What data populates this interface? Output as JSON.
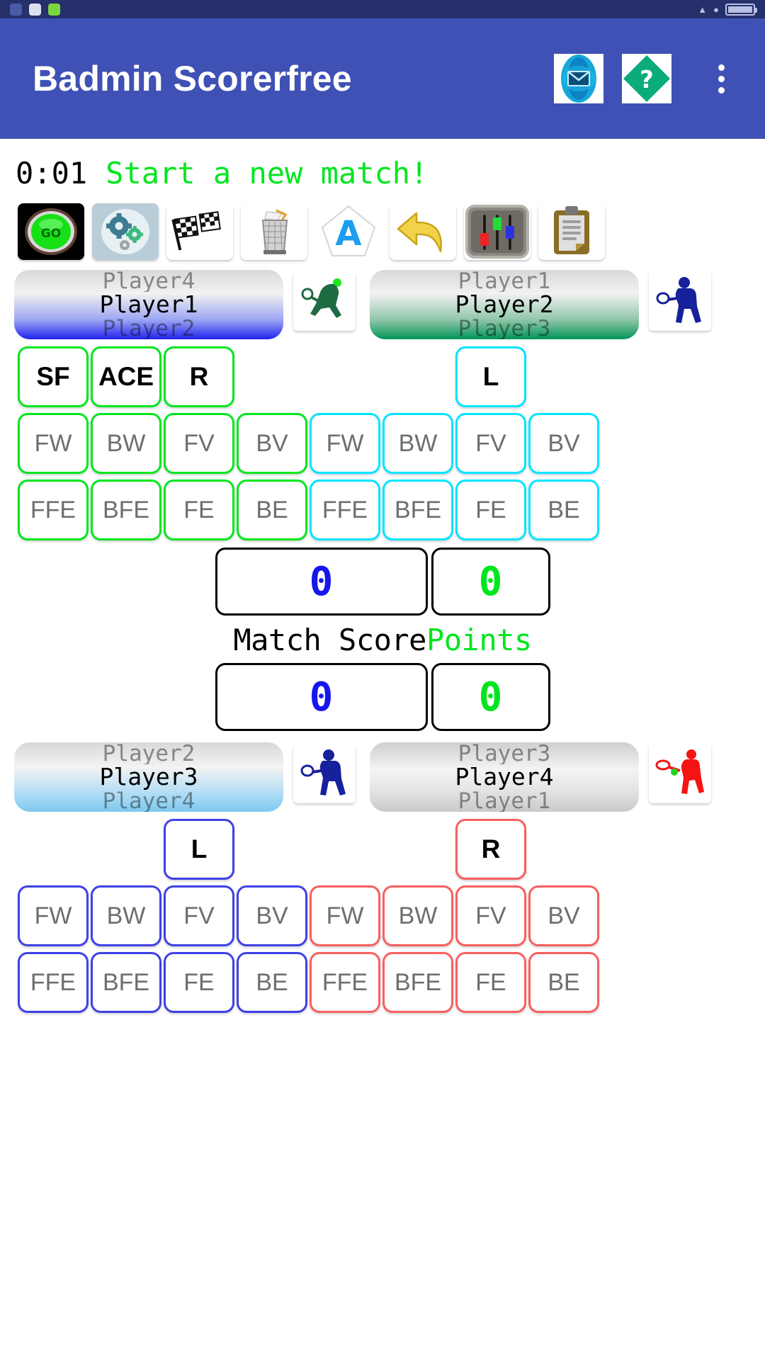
{
  "status_bar": {
    "time": "",
    "battery": ""
  },
  "app_bar": {
    "title": "Badmin Scorerfree",
    "mail_icon": "mail-icon",
    "help_icon": "help-icon",
    "overflow_icon": "overflow-menu-icon"
  },
  "status_line": {
    "clock": "0:01",
    "message": "Start a new match!"
  },
  "toolbar": [
    {
      "name": "go-button",
      "icon": "go-icon",
      "label": "GO"
    },
    {
      "name": "settings-button",
      "icon": "gears-icon",
      "label": ""
    },
    {
      "name": "finish-match-button",
      "icon": "checkered-flag-icon",
      "label": ""
    },
    {
      "name": "clear-button",
      "icon": "trash-bin-icon",
      "label": ""
    },
    {
      "name": "auto-button",
      "icon": "letter-a-icon",
      "label": "A"
    },
    {
      "name": "undo-button",
      "icon": "undo-arrow-icon",
      "label": ""
    },
    {
      "name": "adjust-button",
      "icon": "sliders-icon",
      "label": ""
    },
    {
      "name": "scoresheet-button",
      "icon": "clipboard-icon",
      "label": ""
    }
  ],
  "teams": {
    "top": {
      "left_picker": {
        "prev": "Player4",
        "selected": "Player1",
        "next": "Player2",
        "theme": "blue",
        "icon": "player-green-icon"
      },
      "right_picker": {
        "prev": "Player1",
        "selected": "Player2",
        "next": "Player3",
        "theme": "green",
        "icon": "player-navy-icon"
      },
      "action_row": [
        {
          "label": "SF",
          "color": "green"
        },
        {
          "label": "ACE",
          "color": "green"
        },
        {
          "label": "R",
          "color": "green"
        },
        {
          "label": "L",
          "color": "cyan"
        }
      ],
      "shot_row_1": [
        {
          "label": "FW",
          "color": "green"
        },
        {
          "label": "BW",
          "color": "green"
        },
        {
          "label": "FV",
          "color": "green"
        },
        {
          "label": "BV",
          "color": "green"
        },
        {
          "label": "FW",
          "color": "cyan"
        },
        {
          "label": "BW",
          "color": "cyan"
        },
        {
          "label": "FV",
          "color": "cyan"
        },
        {
          "label": "BV",
          "color": "cyan"
        }
      ],
      "shot_row_2": [
        {
          "label": "FFE",
          "color": "green"
        },
        {
          "label": "BFE",
          "color": "green"
        },
        {
          "label": "FE",
          "color": "green"
        },
        {
          "label": "BE",
          "color": "green"
        },
        {
          "label": "FFE",
          "color": "cyan"
        },
        {
          "label": "BFE",
          "color": "cyan"
        },
        {
          "label": "FE",
          "color": "cyan"
        },
        {
          "label": "BE",
          "color": "cyan"
        }
      ]
    },
    "bottom": {
      "left_picker": {
        "prev": "Player2",
        "selected": "Player3",
        "next": "Player4",
        "theme": "cyan",
        "icon": "player-navy-icon"
      },
      "right_picker": {
        "prev": "Player3",
        "selected": "Player4",
        "next": "Player1",
        "theme": "gray",
        "icon": "player-red-icon"
      },
      "action_row": [
        {
          "label": "L",
          "color": "blue"
        },
        {
          "label": "R",
          "color": "red"
        }
      ],
      "shot_row_1": [
        {
          "label": "FW",
          "color": "blue"
        },
        {
          "label": "BW",
          "color": "blue"
        },
        {
          "label": "FV",
          "color": "blue"
        },
        {
          "label": "BV",
          "color": "blue"
        },
        {
          "label": "FW",
          "color": "red"
        },
        {
          "label": "BW",
          "color": "red"
        },
        {
          "label": "FV",
          "color": "red"
        },
        {
          "label": "BV",
          "color": "red"
        }
      ],
      "shot_row_2": [
        {
          "label": "FFE",
          "color": "blue"
        },
        {
          "label": "BFE",
          "color": "blue"
        },
        {
          "label": "FE",
          "color": "blue"
        },
        {
          "label": "BE",
          "color": "blue"
        },
        {
          "label": "FFE",
          "color": "red"
        },
        {
          "label": "BFE",
          "color": "red"
        },
        {
          "label": "FE",
          "color": "red"
        },
        {
          "label": "BE",
          "color": "red"
        }
      ]
    }
  },
  "scoreboard": {
    "top_match_score": "0",
    "top_points": "0",
    "label_match_score": "Match Score",
    "label_points": "Points",
    "bottom_match_score": "0",
    "bottom_points": "0"
  },
  "colors": {
    "app_bar": "#3f51b5",
    "status_bar": "#26306b",
    "green": "#00e61e",
    "cyan": "#00e5ff",
    "blue": "#4040e8",
    "red": "#f95f5f",
    "match_score_text": "#1616ee",
    "points_text": "#00e61e"
  }
}
